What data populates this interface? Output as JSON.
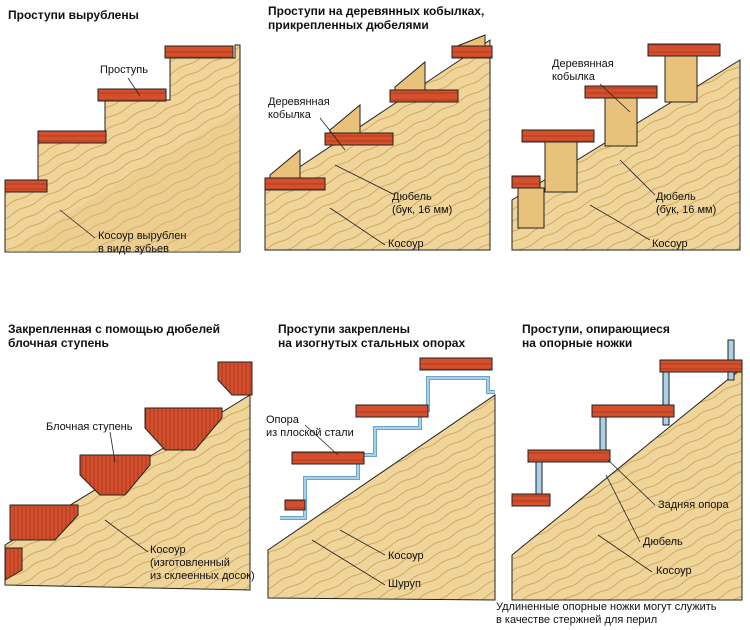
{
  "colors": {
    "wood": "#f0d59a",
    "wood_dark": "#c79a4d",
    "tread": "#d4502c",
    "tread_line": "#8a2a14",
    "steel": "#a9d2ea",
    "outline": "#222222"
  },
  "panels": [
    {
      "title": "Проступи вырублены",
      "labels": [
        "Проступь",
        "Косоур вырублен\nв виде зубьев"
      ]
    },
    {
      "title": "Проступи на деревянных кобылках,\nприкрепленных дюбелями",
      "labels": [
        "Деревянная\nкобылка",
        "Дюбель\n(бук, 16 мм)",
        "Косоур"
      ]
    },
    {
      "title": "",
      "labels": [
        "Деревянная\nкобылка",
        "Дюбель\n(бук, 16 мм)",
        "Косоур"
      ]
    },
    {
      "title": "Закрепленная с помощью дюбелей\nблочная ступень",
      "labels": [
        "Блочная ступень",
        "Косоур\n(изготовленный\nиз склеенных досок)"
      ]
    },
    {
      "title": "Проступи закреплены\nна изогнутых стальных опорах",
      "labels": [
        "Опора\nиз плоской стали",
        "Косоур",
        "Шуруп"
      ]
    },
    {
      "title": "Проступи, опирающиеся\nна опорные ножки",
      "labels": [
        "Задняя опора",
        "Дюбель",
        "Косоур"
      ]
    }
  ],
  "footnote": "Удлиненные опорные ножки могут служить\nв качестве стержней для перил"
}
